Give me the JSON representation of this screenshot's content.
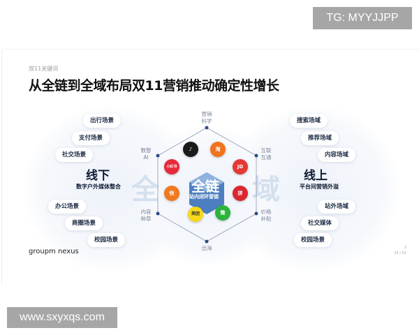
{
  "watermarks": {
    "top": "TG: MYYJJPP",
    "bottom": "www.sxyxqs.com"
  },
  "slide": {
    "kicker": "双11关键词",
    "title": "从全链到全域布局双11营销推动确定性增长",
    "offline": {
      "title": "线下",
      "subtitle": "数字户外媒体整合",
      "items": [
        "出行场景",
        "支付场景",
        "社交场景",
        "办公场景",
        "商圈场景",
        "校园场景"
      ]
    },
    "online": {
      "title": "线上",
      "subtitle": "平台间营销外溢",
      "items": [
        "搜索场域",
        "推荐场域",
        "内容场域",
        "站外场域",
        "社交媒体",
        "校园场景"
      ]
    },
    "hexagon": {
      "vertices": [
        "营销科学",
        "互联互通",
        "价格补贴",
        "出海",
        "内容种草",
        "数智AI"
      ],
      "center_title": "全链",
      "center_subtitle": "站内闭环营销",
      "ghost_left": "全",
      "ghost_right": "域"
    },
    "apps": [
      {
        "name": "douyin",
        "label": "♪",
        "color": "#1a1a1a"
      },
      {
        "name": "taobao",
        "label": "淘",
        "color": "#f0731f"
      },
      {
        "name": "xiaohongshu",
        "label": "小红书",
        "color": "#e8293b"
      },
      {
        "name": "jd",
        "label": "JD",
        "color": "#e53935"
      },
      {
        "name": "kuaishou",
        "label": "快",
        "color": "#f07a22"
      },
      {
        "name": "pinduoduo",
        "label": "拼",
        "color": "#d9262f"
      },
      {
        "name": "meituan",
        "label": "美团",
        "color": "#f7d81b"
      },
      {
        "name": "wechat",
        "label": "微",
        "color": "#2bb33c"
      }
    ],
    "footer": {
      "logo": "groupm nexus",
      "page": "2",
      "page_count": "24 / 91"
    }
  }
}
